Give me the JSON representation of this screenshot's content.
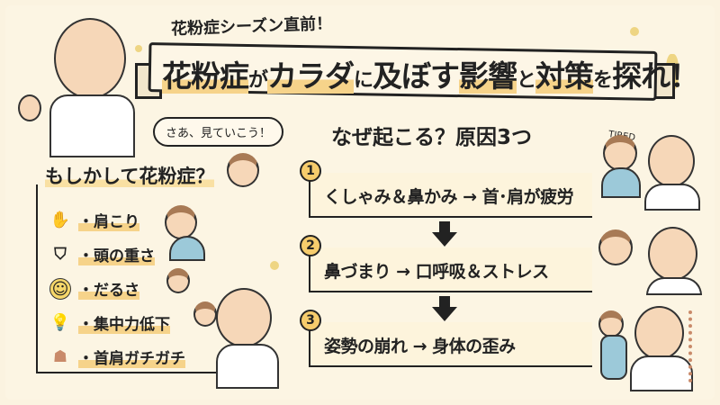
{
  "header": {
    "subtitle": "花粉症シーズン直前！",
    "title_parts": [
      "花粉症",
      "が",
      "カラダ",
      "に",
      "及ぼす",
      "影響",
      "と",
      "対策",
      "を",
      "探れ！"
    ],
    "speech_bubble": "さあ、見ていこう！"
  },
  "symptoms": {
    "title": "もしかして花粉症？",
    "items": [
      {
        "icon": "hand-shoulder-icon",
        "glyph": "✋",
        "label": "・肩こり"
      },
      {
        "icon": "weight-icon",
        "glyph": "⛉",
        "label": "・頭の重さ"
      },
      {
        "icon": "tired-face-icon",
        "glyph": "☺",
        "label": "・だるさ"
      },
      {
        "icon": "lightbulb-icon",
        "glyph": "💡",
        "label": "・集中力低下"
      },
      {
        "icon": "stiff-neck-icon",
        "glyph": "☗",
        "label": "・首肩ガチガチ"
      }
    ]
  },
  "causes": {
    "title": "なぜ起こる？原因3つ",
    "steps": [
      {
        "num": "1",
        "text": "くしゃみ＆鼻かみ → 首･肩が疲労"
      },
      {
        "num": "2",
        "text": "鼻づまり → 口呼吸＆ストレス"
      },
      {
        "num": "3",
        "text": "姿勢の崩れ → 身体の歪み"
      }
    ],
    "tired_label": "TIRED"
  },
  "colors": {
    "background": "#fcf5e3",
    "highlight": "#f6d38a",
    "badge": "#f6cc6c"
  }
}
